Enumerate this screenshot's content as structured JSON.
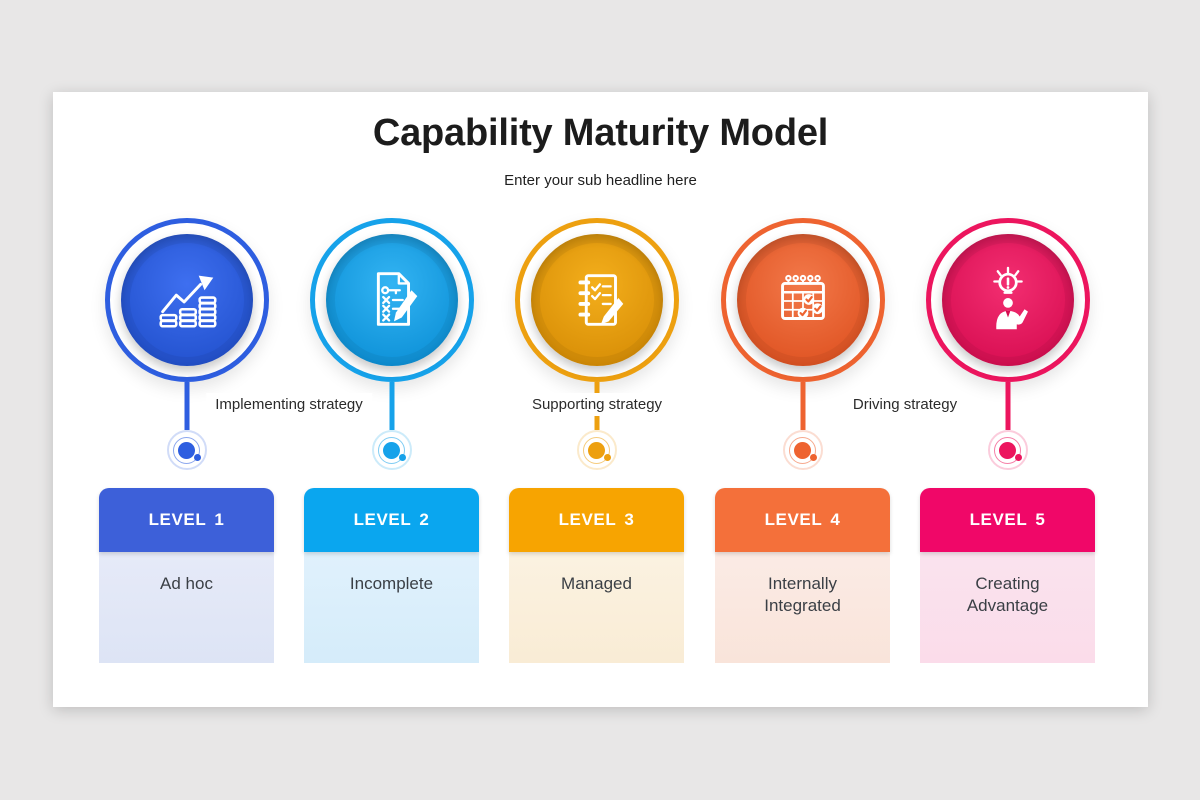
{
  "page": {
    "background": "#e8e7e7"
  },
  "slide": {
    "title": "Capability Maturity Model",
    "subtitle": "Enter your sub headline here"
  },
  "strategy_labels": [
    {
      "text": "Implementing strategy"
    },
    {
      "text": "Supporting strategy"
    },
    {
      "text": "Driving strategy"
    }
  ],
  "levels": [
    {
      "header": "LEVEL 1",
      "body": "Ad hoc",
      "icon": "growth-icon",
      "colors": {
        "accent": "#2e5ee0",
        "disc_from": "#3e6ff0",
        "disc_to": "#2150cc",
        "header_bg": "#3d60d9",
        "body_from": "#e6eaf8",
        "body_to": "#dde4f5"
      }
    },
    {
      "header": "LEVEL 2",
      "body": "Incomplete",
      "icon": "document-pen-icon",
      "colors": {
        "accent": "#16a2ea",
        "disc_from": "#33b4f3",
        "disc_to": "#0b8fd6",
        "header_bg": "#0aa6ef",
        "body_from": "#e0f1fc",
        "body_to": "#d5ecfa"
      }
    },
    {
      "header": "LEVEL 3",
      "body": "Managed",
      "icon": "notebook-checklist-icon",
      "colors": {
        "accent": "#eda010",
        "disc_from": "#f4af1c",
        "disc_to": "#d68c05",
        "header_bg": "#f7a401",
        "body_from": "#fbf2e1",
        "body_to": "#f9ecd5"
      }
    },
    {
      "header": "LEVEL 4",
      "body": "Internally Integrated",
      "icon": "calendar-check-icon",
      "colors": {
        "accent": "#ee6330",
        "disc_from": "#f3794a",
        "disc_to": "#de5120",
        "header_bg": "#f4703a",
        "body_from": "#fbebe5",
        "body_to": "#f9e4da"
      }
    },
    {
      "header": "LEVEL 5",
      "body": "Creating Advantage",
      "icon": "idea-person-icon",
      "colors": {
        "accent": "#ec155e",
        "disc_from": "#f32e71",
        "disc_to": "#d60c50",
        "header_bg": "#f00768",
        "body_from": "#fae3ee",
        "body_to": "#fbdcea"
      }
    }
  ]
}
